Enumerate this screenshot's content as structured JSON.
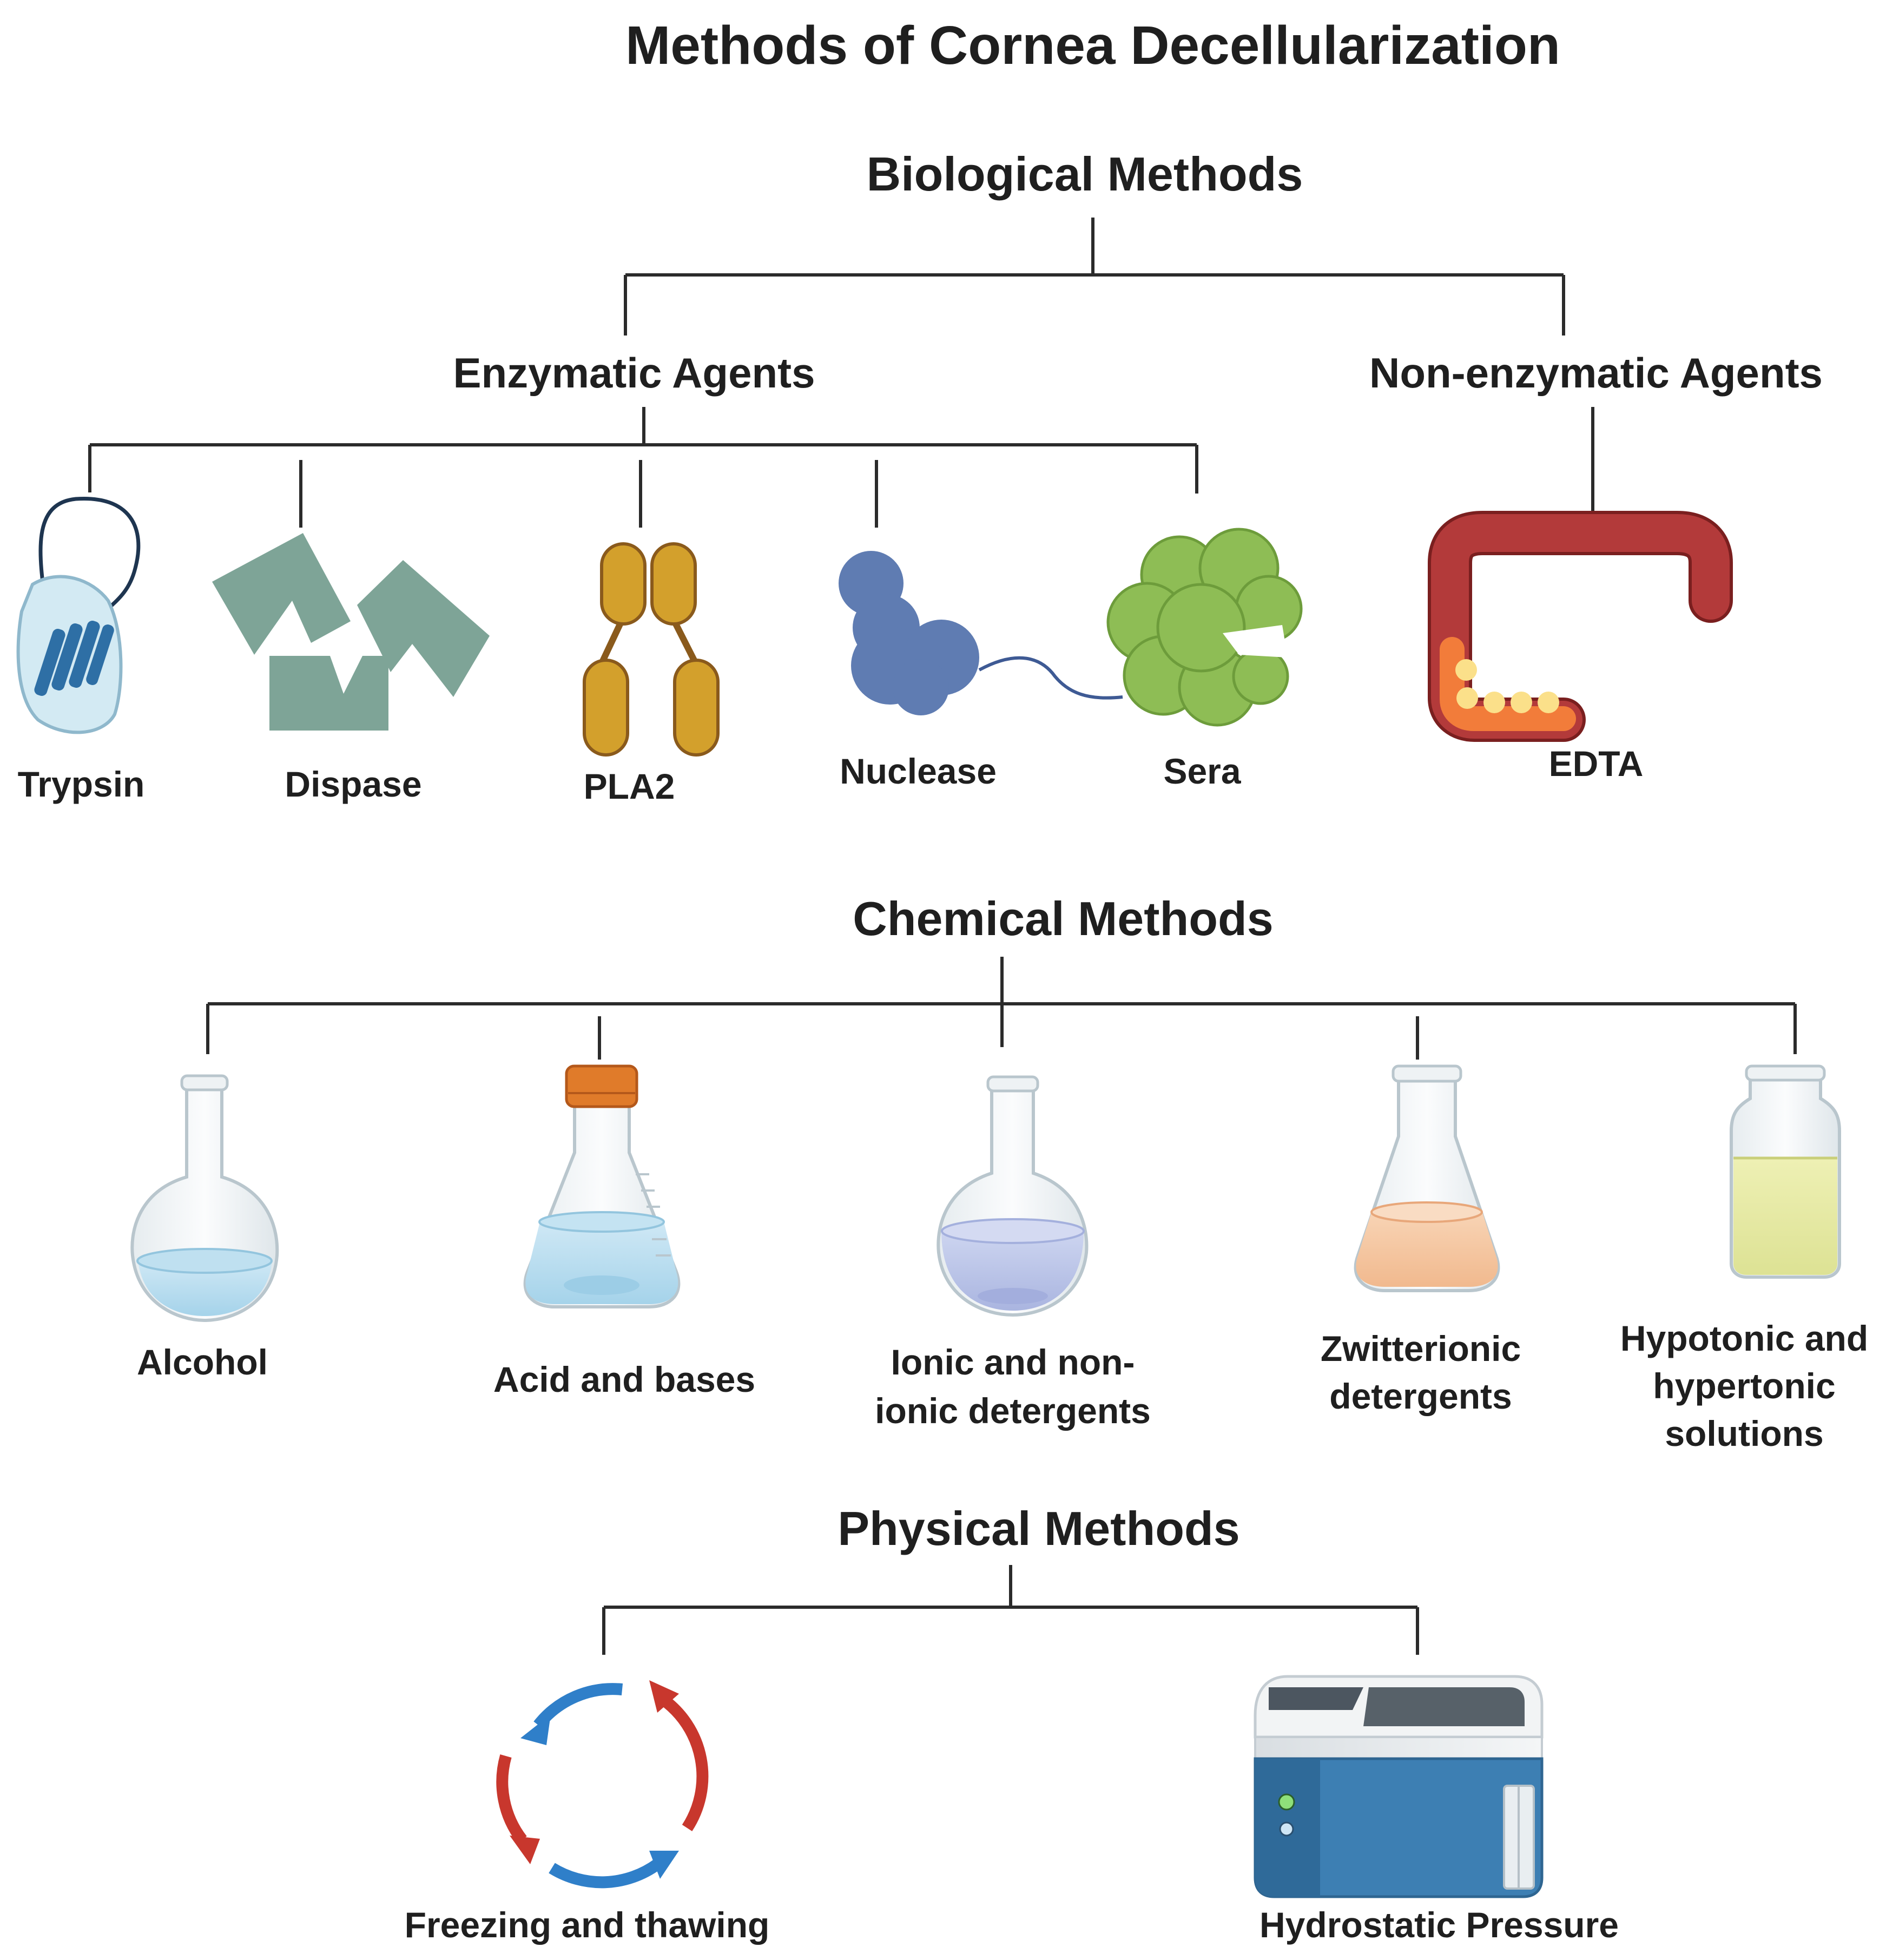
{
  "title": "Methods of Cornea Decellularization",
  "biological": {
    "heading": "Biological Methods",
    "enzymatic": {
      "heading": "Enzymatic Agents",
      "items": [
        "Trypsin",
        "Dispase",
        "PLA2",
        "Nuclease",
        "Sera"
      ]
    },
    "non_enzymatic": {
      "heading": "Non-enzymatic Agents",
      "items": [
        "EDTA"
      ]
    }
  },
  "chemical": {
    "heading": "Chemical Methods",
    "items": [
      {
        "lines": [
          "Alcohol"
        ]
      },
      {
        "lines": [
          "Acid and bases"
        ]
      },
      {
        "lines": [
          "Ionic and non-",
          "ionic detergents"
        ]
      },
      {
        "lines": [
          "Zwitterionic",
          "detergents"
        ]
      },
      {
        "lines": [
          "Hypotonic and",
          "hypertonic",
          "solutions"
        ]
      }
    ]
  },
  "physical": {
    "heading": "Physical Methods",
    "items": [
      "Freezing and thawing",
      "Hydrostatic Pressure"
    ]
  },
  "icons": {
    "trypsin": "trypsin-enzyme-icon",
    "dispase": "dispase-enzyme-icon",
    "pla2": "pla2-enzyme-icon",
    "nuclease": "nuclease-enzyme-icon",
    "sera": "sera-protein-icon",
    "edta": "edta-chelator-icon",
    "alcohol": "round-flask-icon",
    "acid": "erlenmeyer-flask-capped-icon",
    "detergent": "round-flask-icon",
    "zwitterionic": "erlenmeyer-flask-icon",
    "solutions": "vial-icon",
    "freeze": "freeze-thaw-cycle-icon",
    "pressure": "pressure-machine-icon"
  },
  "colors": {
    "enzyme_teal": "#7ea497",
    "pla2_gold": "#d3a02c",
    "nuclease_blue": "#5f7cb2",
    "sera_green": "#8ebd55",
    "edta_red": "#b33a3a",
    "cycle_red": "#c8372d",
    "cycle_blue": "#2f7fc9",
    "machine_blue": "#3d7fb3"
  }
}
